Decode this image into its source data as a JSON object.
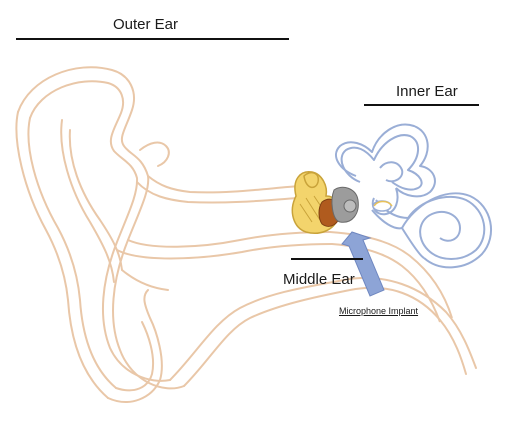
{
  "labels": {
    "outer_ear": "Outer Ear",
    "inner_ear": "Inner Ear",
    "middle_ear": "Middle Ear",
    "microphone_implant": "Microphone Implant"
  },
  "colors": {
    "ear_outline": "#e9c7a8",
    "ossicles_fill": "#f3d46c",
    "ossicles_stroke": "#c9a33a",
    "ossicle_dark": "#b05b1e",
    "implant_gray": "#9c9c9c",
    "cochlea_stroke": "#9aaed6",
    "arrow_fill": "#8da4d6",
    "arrow_stroke": "#6f87c0",
    "rule": "#111111"
  }
}
